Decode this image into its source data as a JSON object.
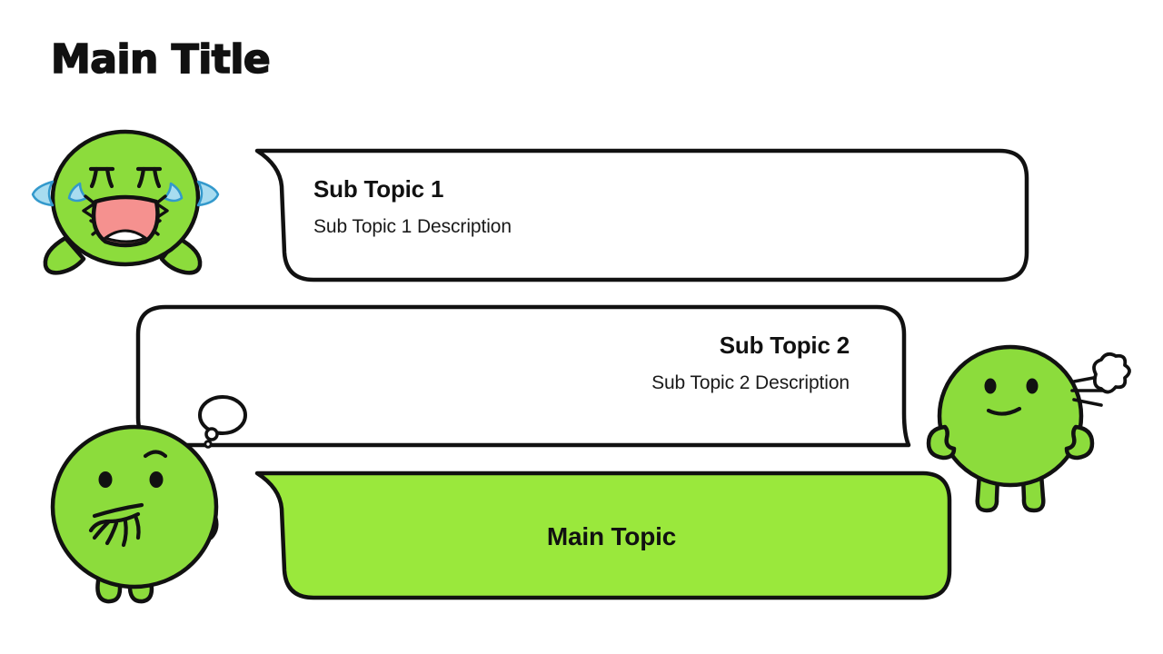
{
  "slide": {
    "title": "Main Title",
    "background_color": "#FFFFFF",
    "accent_color": "#9AE83C",
    "outline_color": "#111111"
  },
  "bubbles": [
    {
      "id": "sub-topic-1",
      "heading": "Sub Topic 1",
      "description": "Sub Topic 1 Description",
      "fill": "#FFFFFF",
      "tail": "top-left",
      "align": "left"
    },
    {
      "id": "sub-topic-2",
      "heading": "Sub Topic 2",
      "description": "Sub Topic 2 Description",
      "fill": "#FFFFFF",
      "tail": "bottom-right",
      "align": "right"
    },
    {
      "id": "main-topic",
      "heading": "Main Topic",
      "description": "",
      "fill": "#9AE83C",
      "tail": "top-left",
      "align": "center"
    }
  ],
  "characters": [
    {
      "id": "crying-character",
      "name": "crying-blob-character",
      "emotion": "crying",
      "body_color": "#8CDC3C",
      "tear_color": "#A8DCF0",
      "mouth_color": "#F5918F"
    },
    {
      "id": "thinking-character",
      "name": "thinking-blob-character",
      "emotion": "thinking",
      "body_color": "#8CDC3C",
      "has_thought_bubble": true
    },
    {
      "id": "frustrated-character",
      "name": "frustrated-blob-character",
      "emotion": "frustrated",
      "body_color": "#8CDC3C",
      "has_steam": true
    }
  ]
}
